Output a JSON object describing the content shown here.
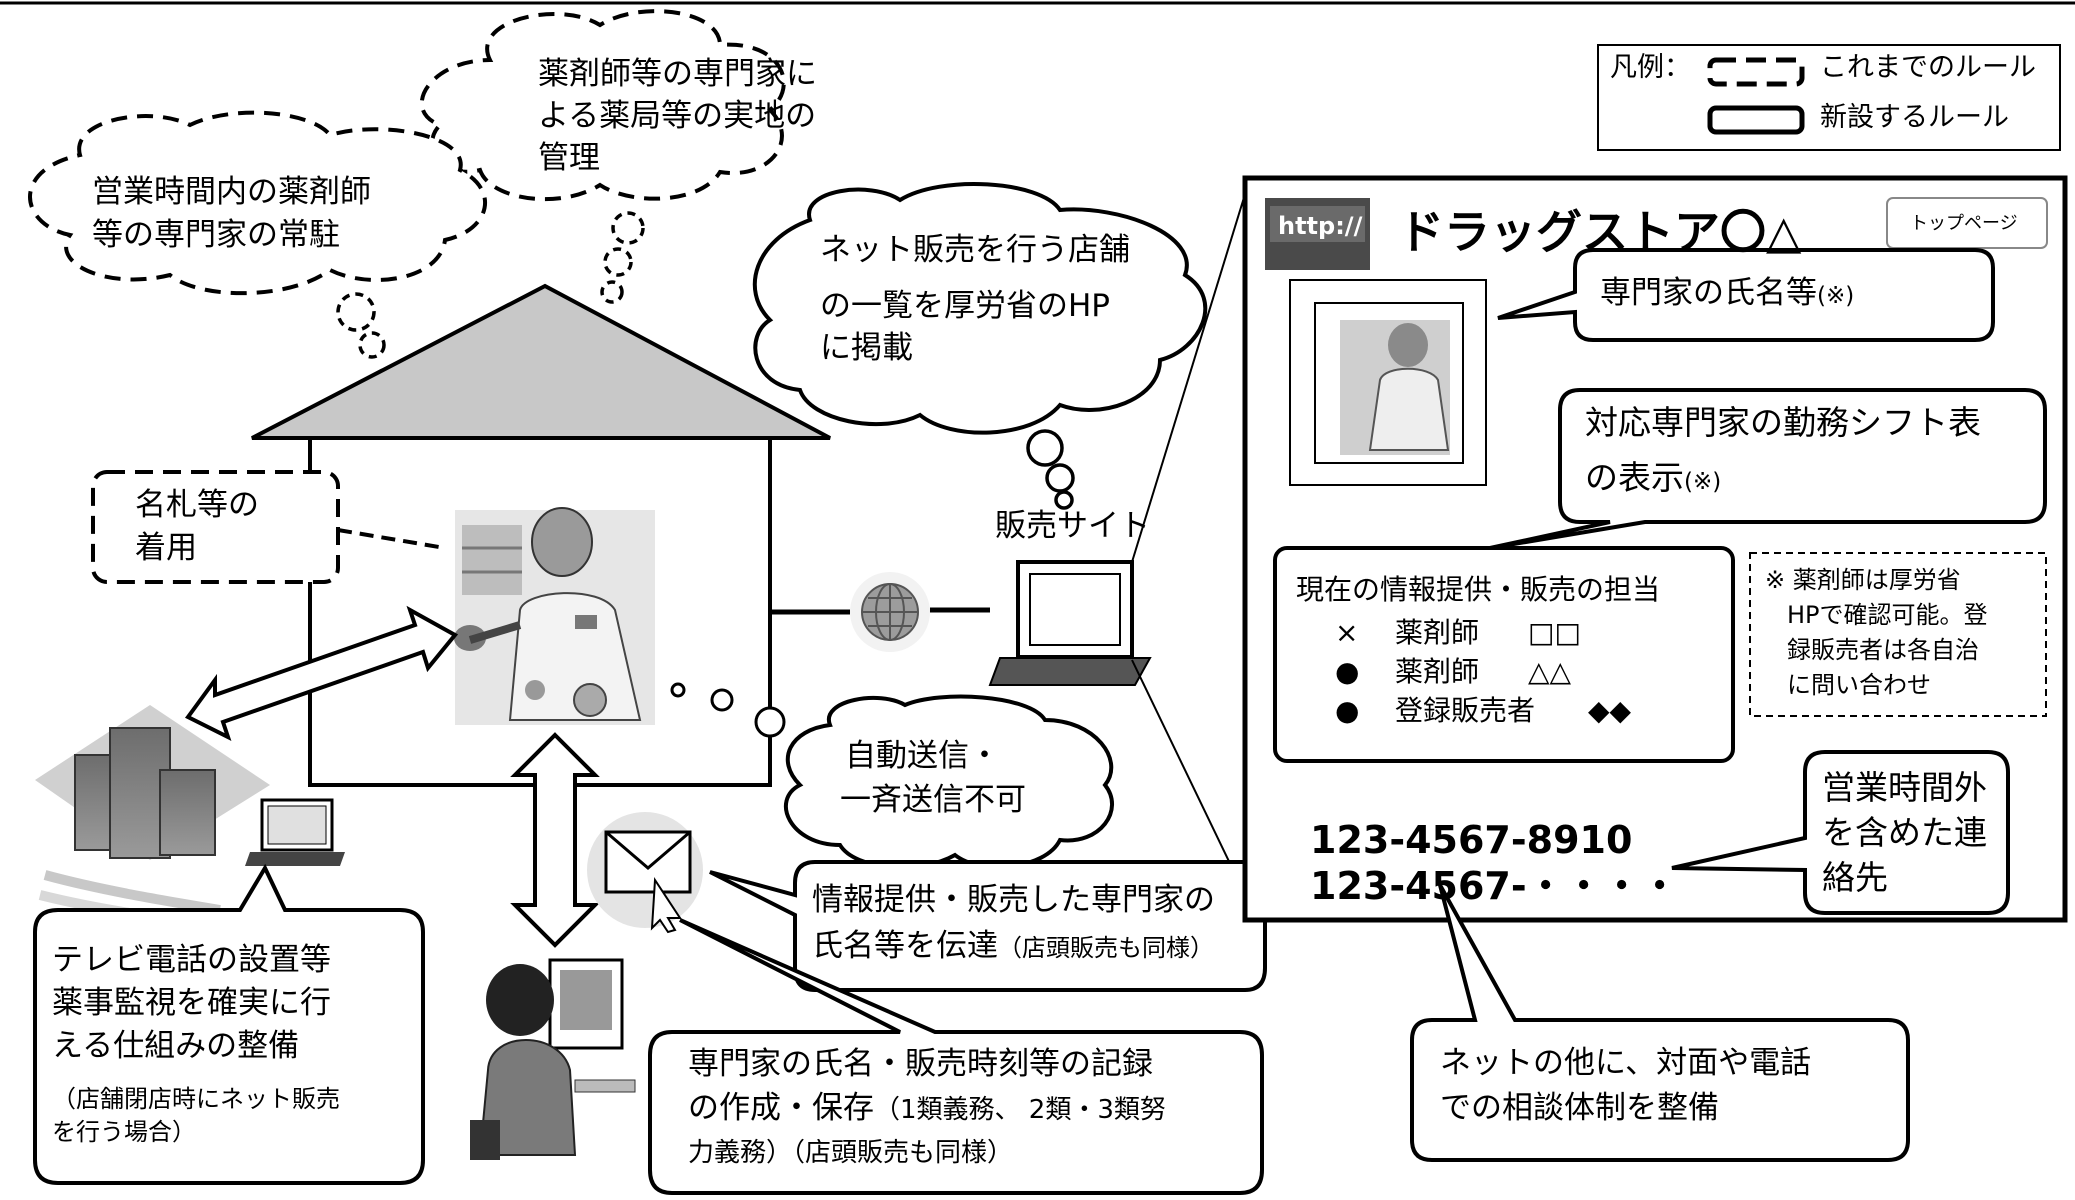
{
  "legend": {
    "title": "凡例：",
    "old_rule": "これまでのルール",
    "new_rule": "新設するルール"
  },
  "clouds": {
    "pharmacist_mgmt": [
      "薬剤師等の専門家に",
      "よる薬局等の実地の",
      "管理"
    ],
    "resident": [
      "営業時間内の薬剤師",
      "等の専門家の常駐"
    ],
    "site_list": [
      "ネット販売を行う店舗",
      "の一覧を厚労省のHP",
      "に掲載"
    ],
    "auto_send": [
      "自動送信・",
      "一斉送信不可"
    ]
  },
  "name_tag": [
    "名札等の",
    "着用"
  ],
  "sales_site_label": "販売サイト",
  "tv_phone": {
    "lines": [
      "テレビ電話の設置等",
      "薬事監視を確実に行",
      "える仕組みの整備"
    ],
    "note": [
      "（店舗閉店時にネット販売",
      "を行う場合）"
    ]
  },
  "inform": {
    "line1": "情報提供・販売した専門家の",
    "line2": "氏名等を伝達",
    "line2_small": "（店頭販売も同様）"
  },
  "record": {
    "line1": "専門家の氏名・販売時刻等の記録",
    "line2": "の作成・保存",
    "line2_small": "（1類義務、 2類・3類努",
    "line3_small": "力義務）（店頭販売も同様）"
  },
  "website": {
    "url_icon": "http://",
    "title": "ドラッグストア〇△",
    "top_button": "トップページ",
    "expert_name": "専門家の氏名等",
    "expert_name_mark": "(※)",
    "shift_line1": "対応専門家の勤務シフト表",
    "shift_line2": "の表示",
    "shift_mark": "(※)",
    "current_title": "現在の情報提供・販売の担当",
    "staff": [
      {
        "mark": "×",
        "role": "薬剤師",
        "name": "□□"
      },
      {
        "mark": "●",
        "role": "薬剤師",
        "name": "△△"
      },
      {
        "mark": "●",
        "role": "登録販売者",
        "name": "◆◆"
      }
    ],
    "note": [
      "※  薬剤師は厚労省",
      "HPで確認可能。登",
      "録販売者は各自治",
      "に問い合わせ"
    ],
    "phone1": "123-4567-8910",
    "phone2": "123-4567-・・・・",
    "after_hours": [
      "営業時間外",
      "を含めた連",
      "絡先"
    ]
  },
  "consult": [
    "ネットの他に、対面や電話",
    "での相談体制を整備"
  ]
}
